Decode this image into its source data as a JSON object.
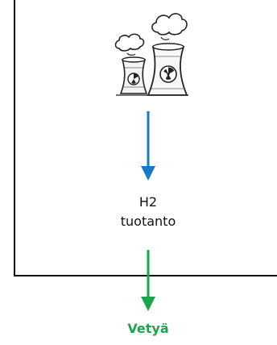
{
  "process": {
    "line1": "H2",
    "line2": "tuotanto"
  },
  "output": {
    "label": "Vetyä"
  },
  "colors": {
    "input_arrow": "#1a78c2",
    "output_arrow": "#1aa64b",
    "frame": "#111111",
    "text": "#111111"
  },
  "icons": {
    "source": "nuclear-power-plant-icon"
  }
}
